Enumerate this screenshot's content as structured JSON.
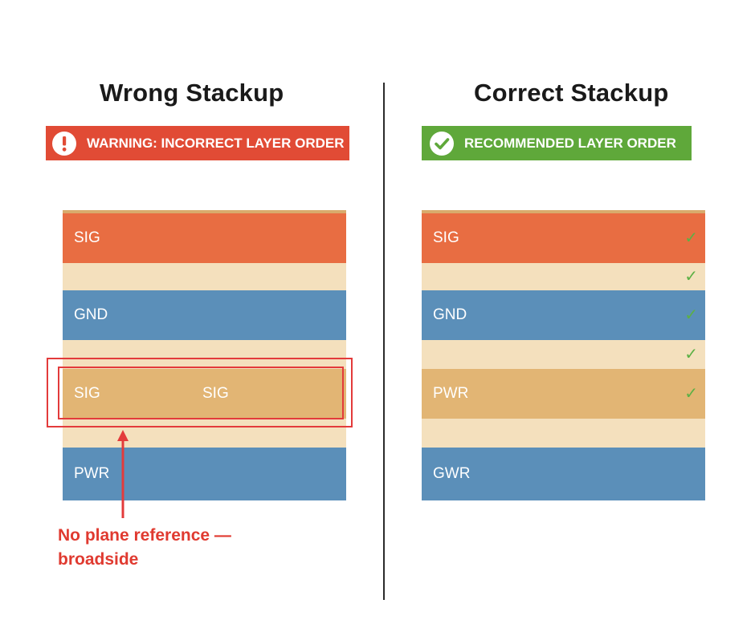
{
  "left": {
    "title": "Wrong Stackup",
    "banner": {
      "icon": "exclamation-icon",
      "text": "WARNING: INCORRECT LAYER ORDER",
      "color": "#e14b35"
    },
    "layers": [
      {
        "type": "signal",
        "labels": [
          "SIG"
        ]
      },
      {
        "type": "dielectric"
      },
      {
        "type": "ground-plane",
        "labels": [
          "GND"
        ]
      },
      {
        "type": "dielectric"
      },
      {
        "type": "signal-broadside",
        "labels": [
          "SIG",
          "SIG"
        ]
      },
      {
        "type": "dielectric"
      },
      {
        "type": "power-plane",
        "labels": [
          "PWR"
        ]
      }
    ],
    "annotation": {
      "line1": "No plane reference —",
      "line2": "broadside"
    }
  },
  "right": {
    "title": "Correct Stackup",
    "banner": {
      "icon": "check-circle-icon",
      "text": "RECOMMENDED LAYER ORDER",
      "color": "#5fa83a"
    },
    "layers": [
      {
        "type": "signal",
        "labels": [
          "SIG"
        ],
        "checked": true
      },
      {
        "type": "dielectric",
        "checked": true
      },
      {
        "type": "ground-plane",
        "labels": [
          "GND"
        ],
        "checked": true
      },
      {
        "type": "dielectric",
        "checked": true
      },
      {
        "type": "power-plane",
        "labels": [
          "PWR"
        ],
        "checked": true
      },
      {
        "type": "dielectric"
      },
      {
        "type": "ground-plane",
        "labels": [
          "GWR"
        ]
      }
    ],
    "check_glyph": "✓"
  },
  "colors": {
    "signal": "#e86d42",
    "plane_blue": "#5b8fb9",
    "plane_tan": "#e2b574",
    "dielectric": "#f4e0bd",
    "highlight": "#e33b3b",
    "check": "#5cb045"
  }
}
